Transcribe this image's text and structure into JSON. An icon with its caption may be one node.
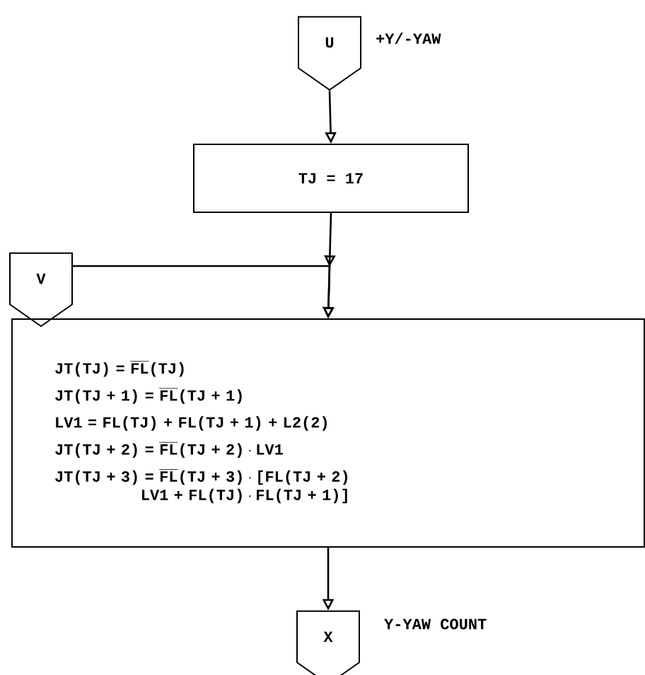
{
  "diagram": {
    "nodes": [
      {
        "text": [
          "U"
        ],
        "beside": [
          "+Y/-YAW"
        ]
      },
      {
        "text": [
          "TJ = 17"
        ]
      },
      {
        "text": [
          "V"
        ]
      },
      {
        "text": [
          "\\texttt{JT(TJ) = }\\overline{\\texttt{FL}}\\texttt{(TJ)}",
          "\\texttt{JT(TJ + 1) = }\\overline{\\texttt{FL}}\\texttt{(TJ + 1)}",
          "\\texttt{LV1 = FL(TJ) + FL(TJ + 1) + L2(2)}",
          "\\texttt{JT(TJ + 2) = }\\overline{\\texttt{FL}}\\texttt{(TJ + 2)}\\cdot\\texttt{LV1}",
          "\\begin{array}{@{}r@{}}\\texttt{JT(TJ + 3) = }\\overline{\\texttt{FL}}\\texttt{(TJ + 3)}\\cdot\\texttt{[FL(TJ + 2)}\\\\\\texttt{LV1 + FL(TJ)}\\cdot\\texttt{FL(TJ + 1)]}\\end{array}"
        ]
      },
      {
        "text": [
          "X"
        ],
        "beside": [
          "Y-YAW COUNT"
        ]
      }
    ],
    "edges": [
      {
        "from": 0,
        "to": 1,
        "arrow": "to"
      },
      {
        "from": 1,
        "to": 3,
        "arrow": "to"
      },
      {
        "from": 2,
        "to": 3,
        "arrow": "to"
      },
      {
        "from": 3,
        "to": 4,
        "arrow": "to"
      }
    ]
  }
}
